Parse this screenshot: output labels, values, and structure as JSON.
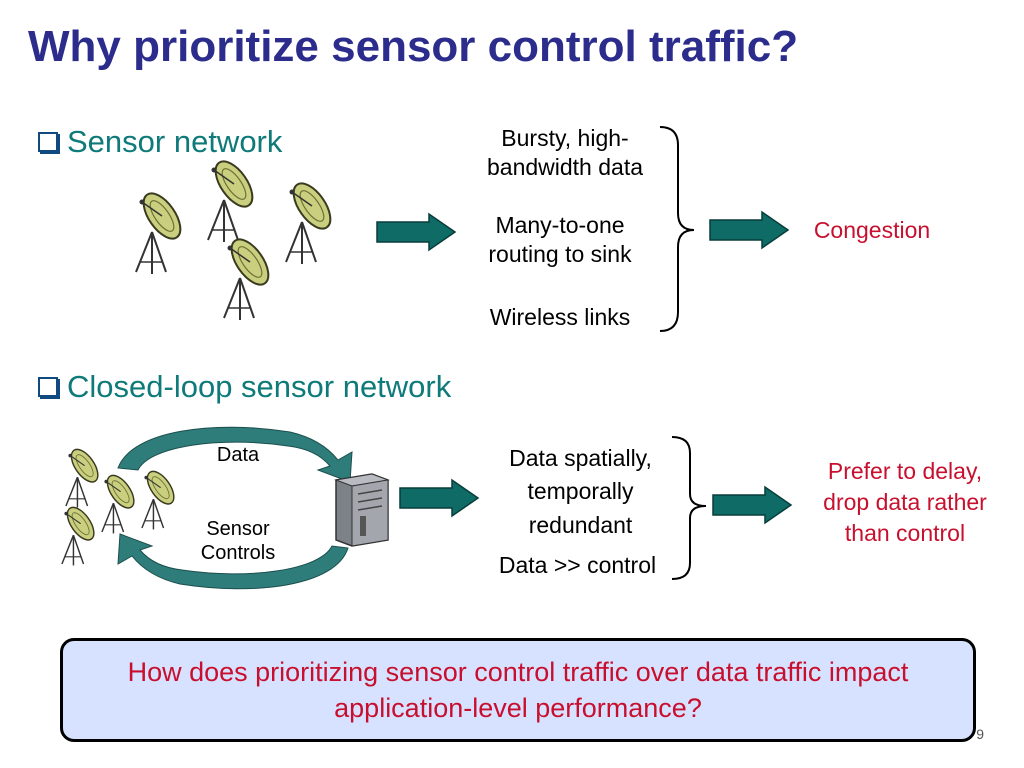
{
  "title": "Why prioritize sensor control traffic?",
  "section1": {
    "bullet": "Sensor network",
    "causes": [
      "Bursty, high-\nbandwidth data",
      "Many-to-one\nrouting to sink",
      "Wireless links"
    ],
    "result": "Congestion"
  },
  "section2": {
    "bullet": "Closed-loop sensor network",
    "loop_top_label": "Data",
    "loop_bottom_label": "Sensor\nControls",
    "causes": [
      "Data spatially,\ntemporally\nredundant",
      "Data >> control"
    ],
    "result": "Prefer to delay,\ndrop data rather\nthan control"
  },
  "question": "How does prioritizing sensor control traffic over data traffic impact application-level performance?",
  "page_number": "9",
  "colors": {
    "title": "#2b2c8c",
    "bullet": "#0f7a7a",
    "arrow": "#0f6b66",
    "result": "#c8102e",
    "callout_bg": "#d6e2ff"
  },
  "icons": [
    "satellite-dish-icon",
    "server-icon",
    "curved-arrow-icon",
    "right-arrow-icon",
    "curly-brace-icon"
  ]
}
